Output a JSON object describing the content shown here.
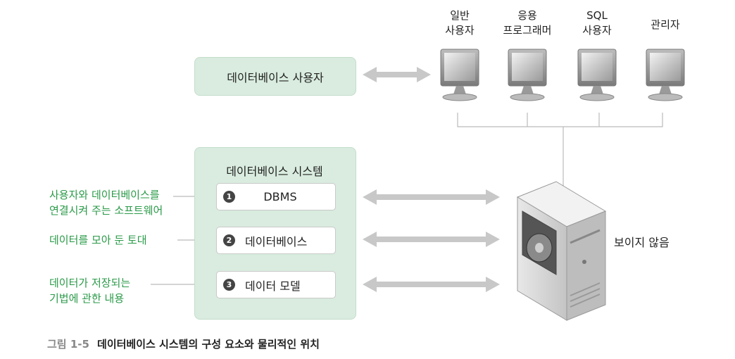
{
  "users": [
    {
      "label_line1": "일반",
      "label_line2": "사용자",
      "icon": "monitor-icon"
    },
    {
      "label_line1": "응용",
      "label_line2": "프로그래머",
      "icon": "monitor-icon"
    },
    {
      "label_line1": "SQL",
      "label_line2": "사용자",
      "icon": "monitor-icon"
    },
    {
      "label_line1": "관리자",
      "label_line2": "",
      "icon": "monitor-icon"
    }
  ],
  "db_user_box": {
    "label": "데이터베이스 사용자"
  },
  "system_box": {
    "title": "데이터베이스 시스템",
    "items": [
      {
        "number": "1",
        "label": "DBMS"
      },
      {
        "number": "2",
        "label": "데이터베이스"
      },
      {
        "number": "3",
        "label": "데이터 모델"
      }
    ]
  },
  "notes": [
    {
      "line1": "사용자와 데이터베이스를",
      "line2": "연결시켜 주는 소프트웨어"
    },
    {
      "line1": "데이터를 모아 둔 토대",
      "line2": ""
    },
    {
      "line1": "데이터가 저장되는",
      "line2": "기법에 관한 내용"
    }
  ],
  "server": {
    "label": "보이지 않음",
    "icon": "server-icon"
  },
  "caption": {
    "number": "그림 1-5",
    "text": "데이터베이스 시스템의 구성 요소와 물리적인 위치"
  },
  "colors": {
    "accent_green": "#2a9a48",
    "box_fill": "#d9ecdf",
    "arrow_gray": "#c8c8c8"
  }
}
